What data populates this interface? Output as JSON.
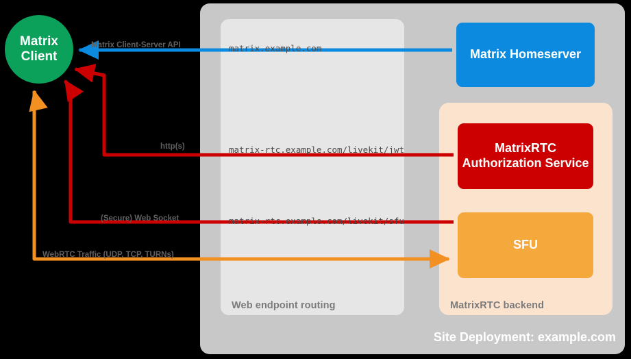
{
  "diagram": {
    "title": "Site Deployment: example.com",
    "client": {
      "line1": "Matrix",
      "line2": "Client"
    },
    "panels": {
      "site": {
        "caption": "Site Deployment: example.com",
        "color": "#c8c8c8"
      },
      "routing": {
        "caption": "Web endpoint routing",
        "color": "#e6e6e6"
      },
      "backend": {
        "caption": "MatrixRTC backend",
        "color": "#fbe3ce"
      }
    },
    "services": [
      {
        "id": "homeserver",
        "label": "Matrix Homeserver",
        "color": "#0b8ae0"
      },
      {
        "id": "auth",
        "label": "MatrixRTC Authorization Service",
        "color": "#cc0000"
      },
      {
        "id": "sfu",
        "label": "SFU",
        "color": "#f5a83c"
      }
    ],
    "connections": [
      {
        "id": "cs-api",
        "protocol_label": "Matrix Client-Server API",
        "endpoint": "matrix.example.com",
        "color": "#0b8ae0",
        "target": "Matrix Homeserver"
      },
      {
        "id": "jwt",
        "protocol_label": "http(s)",
        "endpoint": "matrix-rtc.example.com/livekit/jwt",
        "color": "#cc0000",
        "target": "MatrixRTC Authorization Service"
      },
      {
        "id": "websocket",
        "protocol_label": "(Secure) Web Socket",
        "endpoint": "matrix-rtc.example.com/livekit/sfu",
        "color": "#cc0000",
        "target": "SFU"
      },
      {
        "id": "webrtc",
        "protocol_label": "WebRTC Traffic (UDP, TCP, TURNs)",
        "endpoint": "",
        "color": "#f29022",
        "target": "SFU"
      }
    ]
  }
}
